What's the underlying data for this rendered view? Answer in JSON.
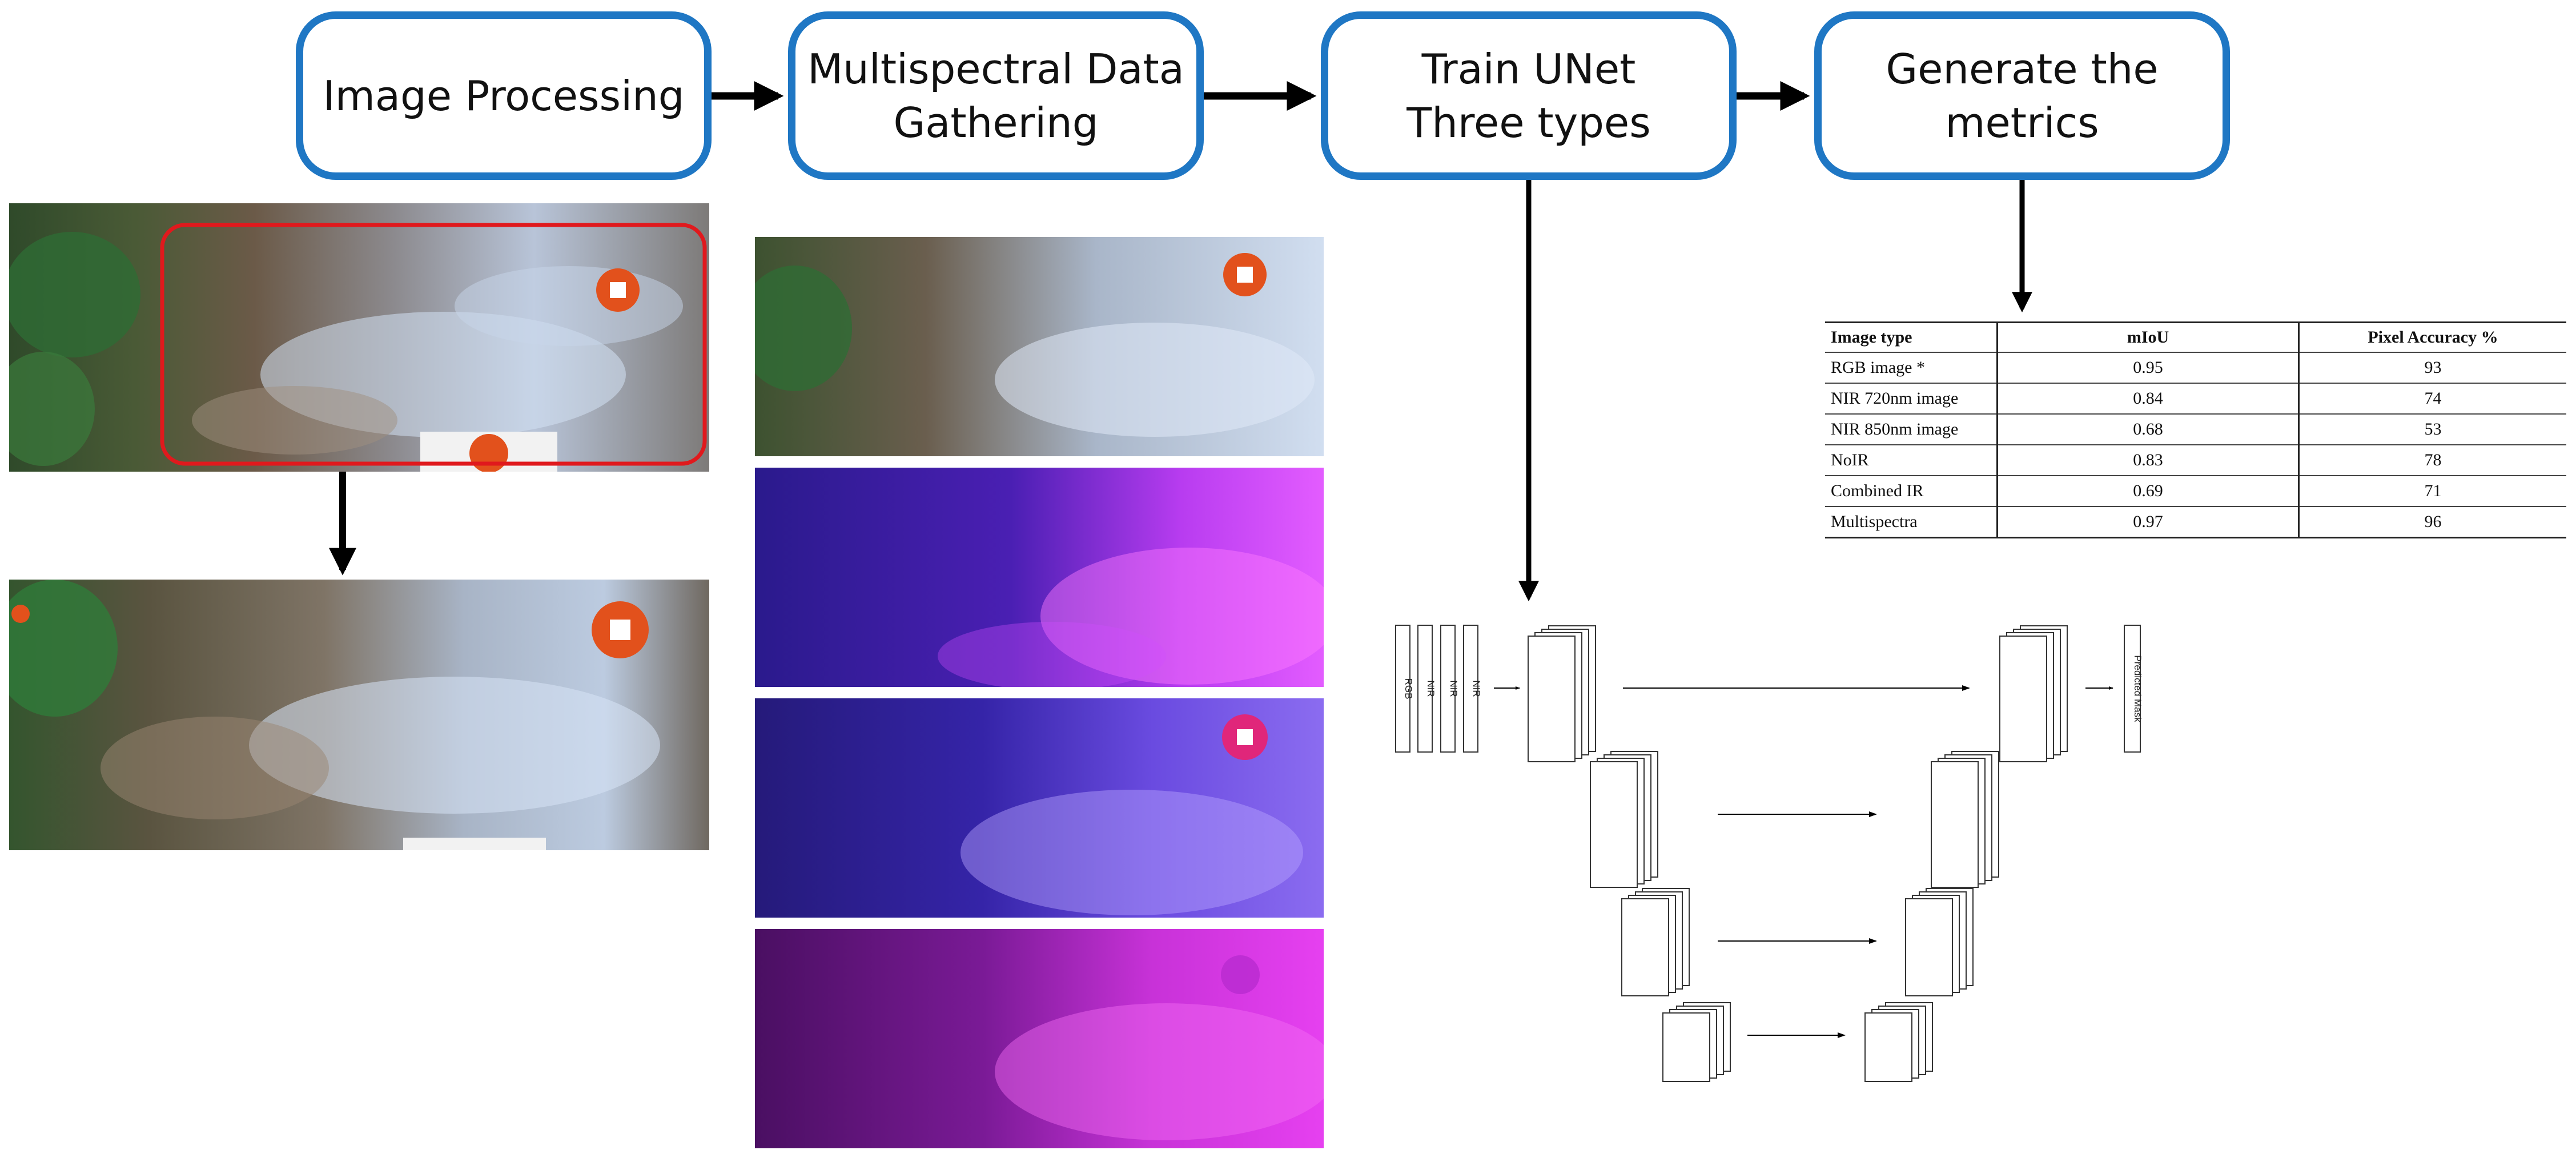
{
  "pipeline": {
    "steps": [
      {
        "lines": [
          "Image Processing"
        ]
      },
      {
        "lines": [
          "Multispectral Data",
          "Gathering"
        ]
      },
      {
        "lines": [
          "Train UNet",
          "Three types"
        ]
      },
      {
        "lines": [
          "Generate the",
          "metrics"
        ]
      }
    ]
  },
  "unet": {
    "input_labels": [
      "RGB",
      "NIR",
      "NIR",
      "NIR"
    ],
    "output_label": "Predicted Mask"
  },
  "metrics_table": {
    "headers": [
      "Image type",
      "mIoU",
      "Pixel Accuracy %"
    ],
    "rows": [
      [
        "RGB image *",
        "0.95",
        "93"
      ],
      [
        "NIR 720nm image",
        "0.84",
        "74"
      ],
      [
        "NIR 850nm image",
        "0.68",
        "53"
      ],
      [
        "NoIR",
        "0.83",
        "78"
      ],
      [
        "Combined IR",
        "0.69",
        "71"
      ],
      [
        "Multispectra",
        "0.97",
        "96"
      ]
    ]
  },
  "colors": {
    "step_border": "#1f77c4",
    "arrow": "#000000",
    "crop_box": "#e0191d"
  }
}
